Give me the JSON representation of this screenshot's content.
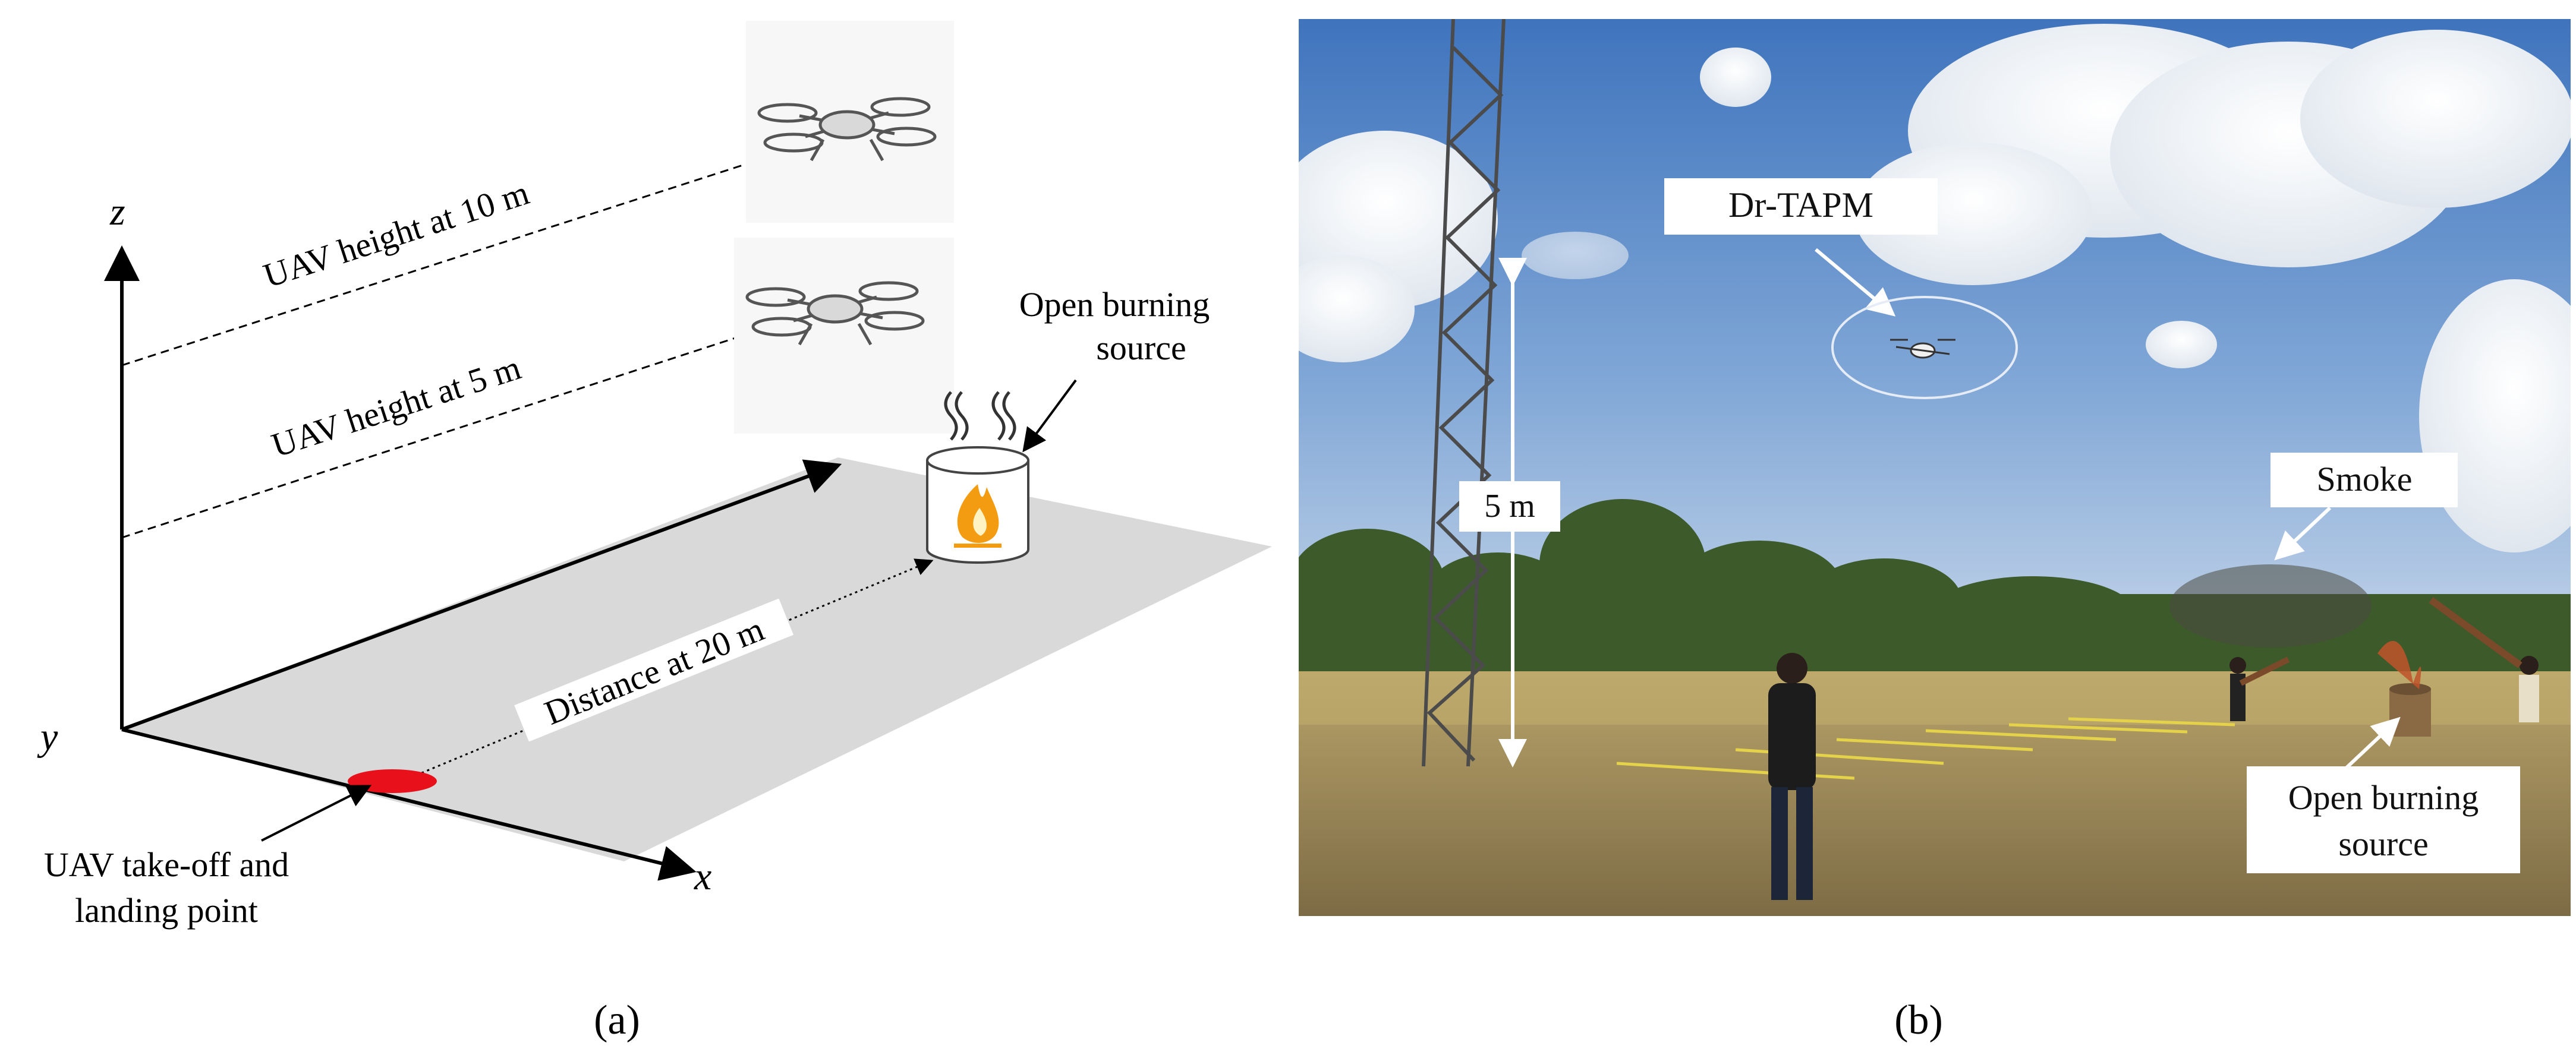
{
  "panel_a": {
    "caption": "(a)",
    "axes": {
      "z": "z",
      "y": "y",
      "x": "x"
    },
    "height_10_label": "UAV height at 10 m",
    "height_5_label": "UAV height at 5 m",
    "distance_label": "Distance at 20 m",
    "source_label_line1": "Open burning",
    "source_label_line2": "source",
    "takeoff_label_line1": "UAV take-off and",
    "takeoff_label_line2": "landing point",
    "takeoff_color": "#e8101a",
    "ground_color": "#d9d9d9"
  },
  "panel_b": {
    "caption": "(b)",
    "device_label": "Dr-TAPM",
    "height_label": "5 m",
    "smoke_label": "Smoke",
    "source_label_line1": "Open burning",
    "source_label_line2": "source",
    "sky_color": "#5c8cc8",
    "ground_color": "#9c8a5a"
  }
}
